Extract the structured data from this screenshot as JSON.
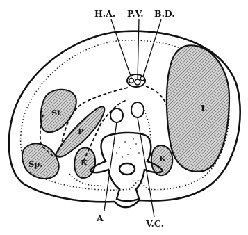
{
  "labels": {
    "hepatic_artery": "H.A.",
    "portal_vein": "P.V.",
    "bile_duct": "B.D.",
    "liver": "L",
    "stomach": "St",
    "pancreas": "P",
    "spleen": "Sp.",
    "kidney_left": "K",
    "kidney_right": "K",
    "aorta": "A",
    "vena_cava": "V.C."
  }
}
